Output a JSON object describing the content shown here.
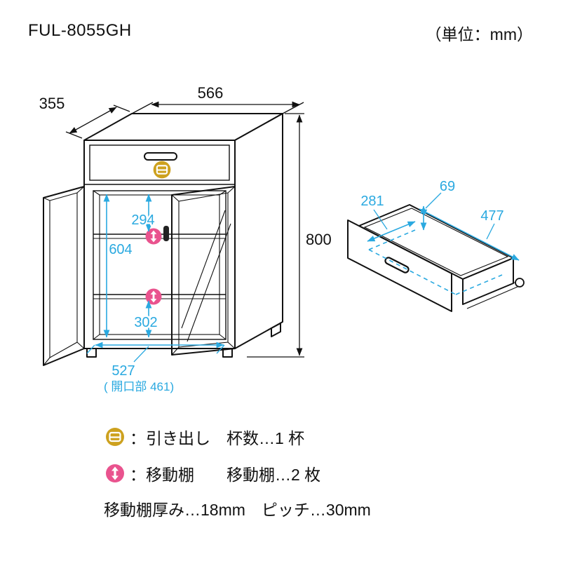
{
  "page": {
    "title": "FUL-8055GH",
    "unit_label": "（単位：mm）"
  },
  "cabinet_view": {
    "width_mm": "566",
    "depth_mm": "355",
    "height_mm": "800",
    "shelf_top_mm": "294",
    "inner_height_mm": "604",
    "shelf_bottom_mm": "302",
    "inner_width_mm": "527",
    "opening_note": "( 開口部 461)"
  },
  "drawer_view": {
    "depth_mm": "281",
    "height_mm": "69",
    "width_mm": "477"
  },
  "legend": {
    "drawer_label": "：引き出し　杯数…1 杯",
    "shelf_label": "：移動棚　　移動棚…2 枚",
    "note": "移動棚厚み…18mm　ピッチ…30mm"
  },
  "colors": {
    "dimension_blue": "#2aa9e0",
    "outline": "#111111",
    "drawer_icon_yellow": "#cda11e",
    "shelf_icon_pink": "#e9538e"
  }
}
